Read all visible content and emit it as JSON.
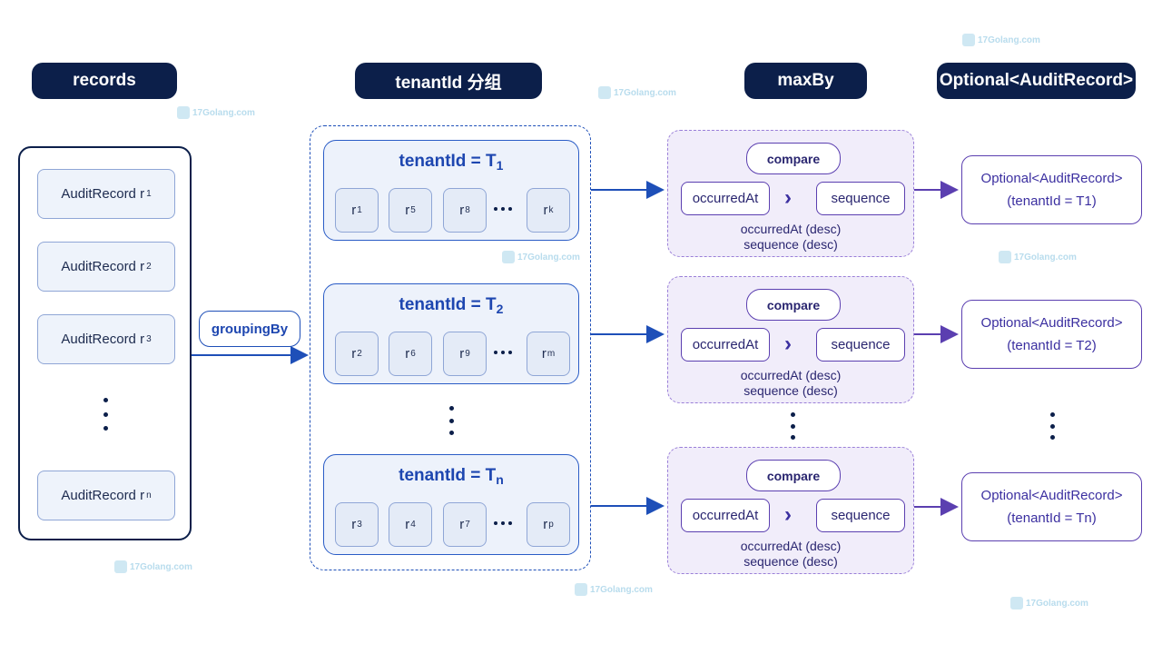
{
  "headers": {
    "records": "records",
    "grouping": "tenantId 分组",
    "maxby": "maxBy",
    "optional": "Optional<AuditRecord>"
  },
  "records": {
    "prefix": "AuditRecord r",
    "items": [
      {
        "sub": "1"
      },
      {
        "sub": "2"
      },
      {
        "sub": "3"
      },
      {
        "sub": "n"
      }
    ]
  },
  "grouping_label": "groupingBy",
  "groups": [
    {
      "title": "tenantId = T",
      "sub": "1",
      "chips": [
        "1",
        "5",
        "8",
        "k"
      ]
    },
    {
      "title": "tenantId = T",
      "sub": "2",
      "chips": [
        "2",
        "6",
        "9",
        "m"
      ]
    },
    {
      "title": "tenantId = T",
      "sub": "n",
      "chips": [
        "3",
        "4",
        "7",
        "p"
      ]
    }
  ],
  "chip_prefix": "r",
  "maxby": {
    "compare": "compare",
    "field_a": "occurredAt",
    "field_b": "sequence",
    "note1": "occurredAt (desc)",
    "note2": "sequence (desc)"
  },
  "optional": {
    "type": "Optional<AuditRecord>",
    "tenants": [
      "(tenantId = T1)",
      "(tenantId = T2)",
      "(tenantId = Tn)"
    ]
  },
  "watermark": "17Golang.com",
  "colors": {
    "navy": "#0c1f4a",
    "blue": "#1e4fb8",
    "purple": "#5b3fb0"
  }
}
